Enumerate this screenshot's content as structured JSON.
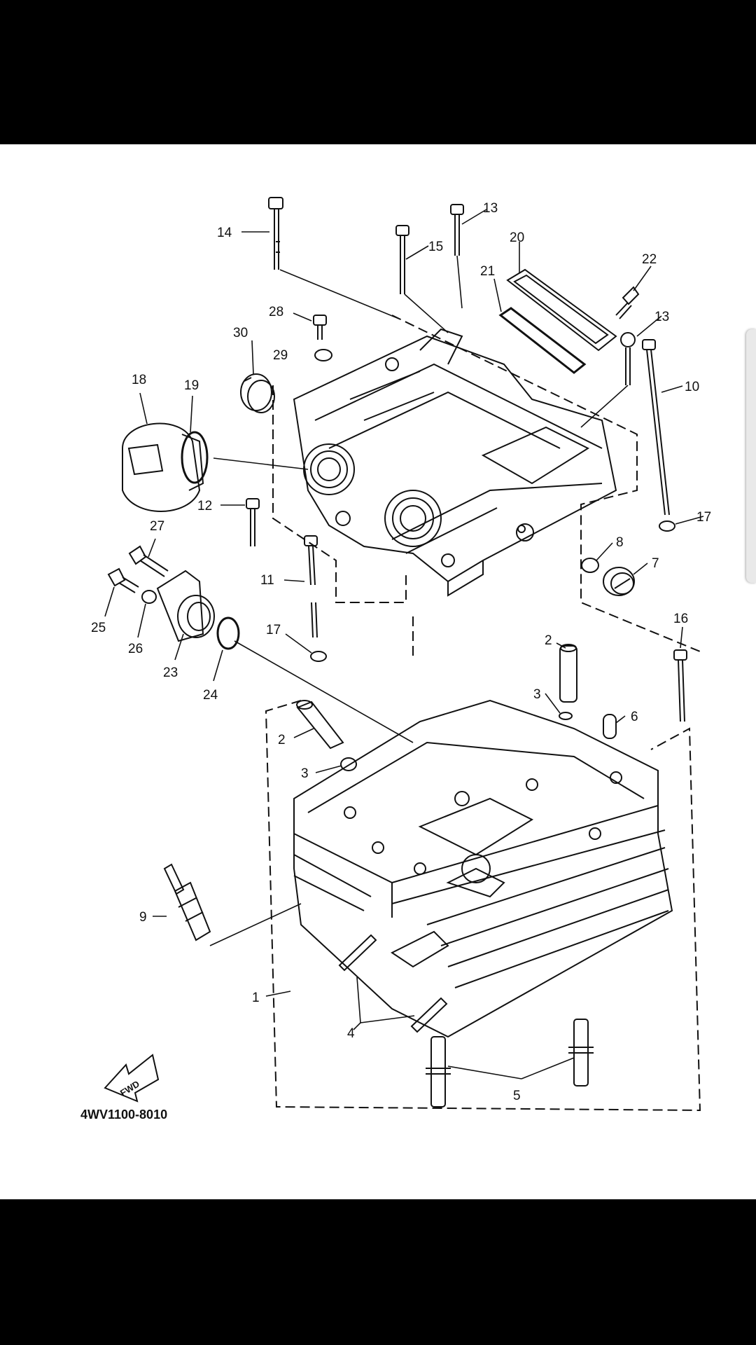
{
  "diagram": {
    "part_code": "4WV1100-8010",
    "fwd_label": "FWD",
    "callouts": {
      "c1": "1",
      "c2a": "2",
      "c2b": "2",
      "c3a": "3",
      "c3b": "3",
      "c4": "4",
      "c5": "5",
      "c6": "6",
      "c7": "7",
      "c8": "8",
      "c9": "9",
      "c10": "10",
      "c11": "11",
      "c12": "12",
      "c13a": "13",
      "c13b": "13",
      "c14": "14",
      "c15": "15",
      "c16": "16",
      "c17a": "17",
      "c17b": "17",
      "c18": "18",
      "c19": "19",
      "c20": "20",
      "c21": "21",
      "c22": "22",
      "c23": "23",
      "c24": "24",
      "c25": "25",
      "c26": "26",
      "c27": "27",
      "c28": "28",
      "c29": "29",
      "c30": "30"
    }
  },
  "colors": {
    "page": "#ffffff",
    "frame": "#000000",
    "line": "#111111"
  }
}
